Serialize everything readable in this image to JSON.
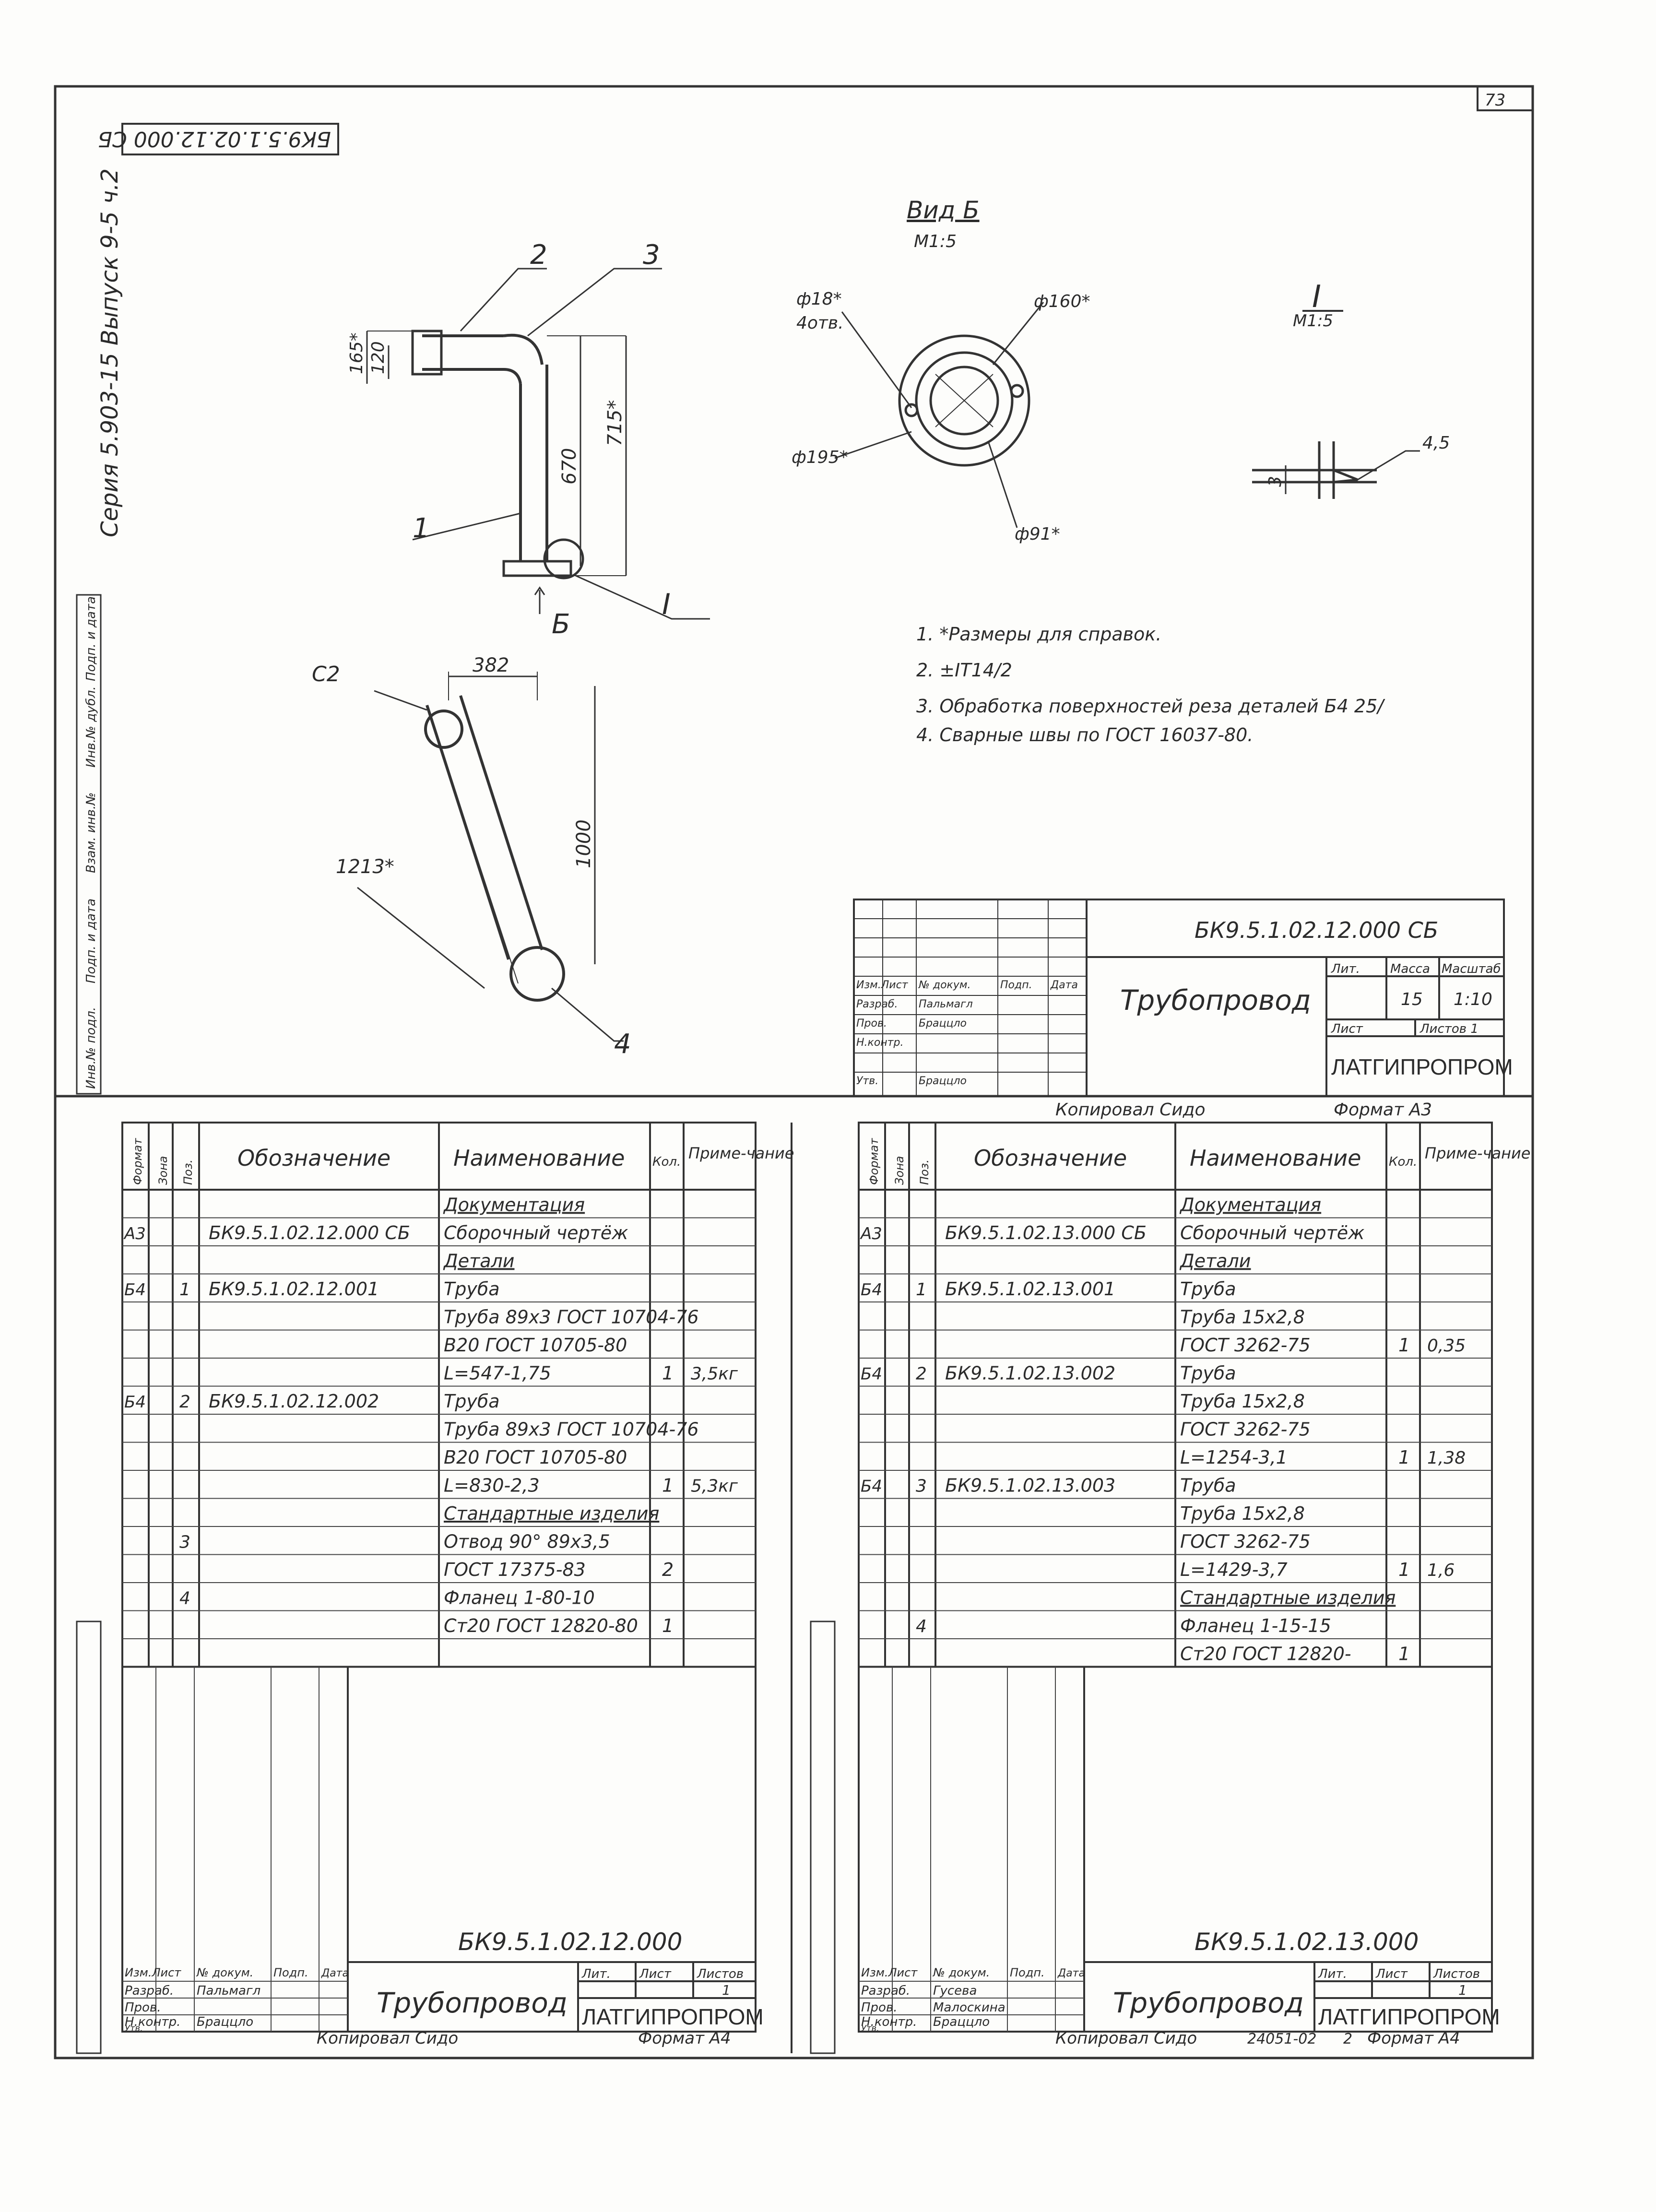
{
  "sheet": {
    "sheet_number": "73",
    "series_side": "Серия 5.903-15   Выпуск 9-5 ч.2",
    "code_inverted": "БК9.5.1.02.12.000 СБ",
    "copied_by_1": "Копировал Сидо",
    "format_a3": "Формат А3",
    "copied_by_2": "Копировал Сидо",
    "format_a4_left": "Формат А4",
    "copied_by_3": "Копировал Сидо",
    "order_no": "24051-02",
    "sheet_2": "2",
    "format_a4_right": "Формат А4"
  },
  "side_stamp": {
    "inv_podl": "Инв.№ подл.",
    "podp_data": "Подп. и дата",
    "vzam_inv": "Взам. инв.№",
    "inv_dubl": "Инв.№ дубл.",
    "podp_data_2": "Подп. и дата"
  },
  "drawing": {
    "view_b": "Вид Б",
    "view_b_scale": "М1:5",
    "view_i": "I",
    "view_i_scale": "М1:5",
    "pos2": "2",
    "pos3": "3",
    "pos1": "1",
    "pos4": "4",
    "dim_165": "165*",
    "dim_120": "120",
    "dim_670": "670",
    "dim_715": "715*",
    "dim_382": "382",
    "dim_1000": "1000",
    "dim_1213": "1213*",
    "d18": "ф18*",
    "holes": "4отв.",
    "d160": "ф160*",
    "d195": "ф195*",
    "d91": "ф91*",
    "weld_45": "4,5",
    "weld_3": "3",
    "weld_c2": "С2",
    "arrow_b": "Б",
    "leader_i": "I"
  },
  "notes": [
    "1. *Размеры для справок.",
    "2. ±IT14/2",
    "3. Обработка поверхностей реза деталей Б4 25/",
    "4. Сварные швы по ГОСТ 16037-80."
  ],
  "title_block_a3": {
    "code": "БК9.5.1.02.12.000 СБ",
    "name": "Трубопровод",
    "lit_label": "Лит.",
    "mass_label": "Масса",
    "scale_label": "Масштаб",
    "mass": "15",
    "scale": "1:10",
    "sheet_label": "Лист",
    "sheets_label": "Листов 1",
    "org": "ЛАТГИПРОПРОМ",
    "roles": [
      {
        "role": "Изм.Лист",
        "name": "№ докум.",
        "sign": "Подп.",
        "date": "Дата"
      },
      {
        "role": "Разраб.",
        "name": "Пальмагл",
        "sign": "",
        "date": ""
      },
      {
        "role": "Пров.",
        "name": "Браццло",
        "sign": "",
        "date": ""
      },
      {
        "role": "Н.контр.",
        "name": "",
        "sign": "",
        "date": ""
      },
      {
        "role": "Утв.",
        "name": "Браццло",
        "sign": "",
        "date": ""
      }
    ]
  },
  "spec_headers": {
    "format": "Формат",
    "zone": "Зона",
    "pos": "Поз.",
    "designation": "Обозначение",
    "name": "Наименование",
    "qty": "Кол.",
    "note": "Приме-чание"
  },
  "spec_left": {
    "rows": [
      {
        "fmt": "",
        "pos": "",
        "des": "",
        "name": "Документация",
        "qty": "",
        "note": "",
        "section": true
      },
      {
        "fmt": "А3",
        "pos": "",
        "des": "БК9.5.1.02.12.000 СБ",
        "name": "Сборочный чертёж",
        "qty": "",
        "note": ""
      },
      {
        "fmt": "",
        "pos": "",
        "des": "",
        "name": "Детали",
        "qty": "",
        "note": "",
        "section": true
      },
      {
        "fmt": "Б4",
        "pos": "1",
        "des": "БК9.5.1.02.12.001",
        "name": "Труба",
        "qty": "",
        "note": ""
      },
      {
        "fmt": "",
        "pos": "",
        "des": "",
        "name": "Труба 89х3 ГОСТ 10704-76",
        "qty": "",
        "note": ""
      },
      {
        "fmt": "",
        "pos": "",
        "des": "",
        "name": "В20 ГОСТ 10705-80",
        "qty": "",
        "note": ""
      },
      {
        "fmt": "",
        "pos": "",
        "des": "",
        "name": "L=547-1,75",
        "qty": "1",
        "note": "3,5кг"
      },
      {
        "fmt": "Б4",
        "pos": "2",
        "des": "БК9.5.1.02.12.002",
        "name": "Труба",
        "qty": "",
        "note": ""
      },
      {
        "fmt": "",
        "pos": "",
        "des": "",
        "name": "Труба 89х3 ГОСТ 10704-76",
        "qty": "",
        "note": ""
      },
      {
        "fmt": "",
        "pos": "",
        "des": "",
        "name": "В20 ГОСТ 10705-80",
        "qty": "",
        "note": ""
      },
      {
        "fmt": "",
        "pos": "",
        "des": "",
        "name": "L=830-2,3",
        "qty": "1",
        "note": "5,3кг"
      },
      {
        "fmt": "",
        "pos": "",
        "des": "",
        "name": "Стандартные изделия",
        "qty": "",
        "note": "",
        "section": true
      },
      {
        "fmt": "",
        "pos": "3",
        "des": "",
        "name": "Отвод 90° 89х3,5",
        "qty": "",
        "note": ""
      },
      {
        "fmt": "",
        "pos": "",
        "des": "",
        "name": "ГОСТ 17375-83",
        "qty": "2",
        "note": ""
      },
      {
        "fmt": "",
        "pos": "4",
        "des": "",
        "name": "Фланец 1-80-10",
        "qty": "",
        "note": ""
      },
      {
        "fmt": "",
        "pos": "",
        "des": "",
        "name": "Ст20 ГОСТ 12820-80",
        "qty": "1",
        "note": ""
      }
    ],
    "title": {
      "code": "БК9.5.1.02.12.000",
      "name": "Трубопровод",
      "lit": "Лит.",
      "sheet": "Лист",
      "sheets": "Листов",
      "sheets_value": "1",
      "org": "ЛАТГИПРОПРОМ",
      "r1": "Изм.Лист",
      "r1b": "№ докум.",
      "r1c": "Подп.",
      "r1d": "Дата",
      "r2": "Разраб.",
      "r2b": "Пальмагл",
      "r3": "Пров.",
      "r4": "Н.контр.",
      "r4b": "Браццло",
      "r5": "Утв."
    }
  },
  "spec_right": {
    "rows": [
      {
        "fmt": "",
        "pos": "",
        "des": "",
        "name": "Документация",
        "qty": "",
        "note": "",
        "section": true
      },
      {
        "fmt": "А3",
        "pos": "",
        "des": "БК9.5.1.02.13.000 СБ",
        "name": "Сборочный чертёж",
        "qty": "",
        "note": ""
      },
      {
        "fmt": "",
        "pos": "",
        "des": "",
        "name": "Детали",
        "qty": "",
        "note": "",
        "section": true
      },
      {
        "fmt": "Б4",
        "pos": "1",
        "des": "БК9.5.1.02.13.001",
        "name": "Труба",
        "qty": "",
        "note": ""
      },
      {
        "fmt": "",
        "pos": "",
        "des": "",
        "name": "Труба 15х2,8",
        "qty": "",
        "note": ""
      },
      {
        "fmt": "",
        "pos": "",
        "des": "",
        "name": "ГОСТ 3262-75",
        "qty": "1",
        "note": "0,35"
      },
      {
        "fmt": "Б4",
        "pos": "2",
        "des": "БК9.5.1.02.13.002",
        "name": "Труба",
        "qty": "",
        "note": ""
      },
      {
        "fmt": "",
        "pos": "",
        "des": "",
        "name": "Труба 15х2,8",
        "qty": "",
        "note": ""
      },
      {
        "fmt": "",
        "pos": "",
        "des": "",
        "name": "ГОСТ 3262-75",
        "qty": "",
        "note": ""
      },
      {
        "fmt": "",
        "pos": "",
        "des": "",
        "name": "L=1254-3,1",
        "qty": "1",
        "note": "1,38"
      },
      {
        "fmt": "Б4",
        "pos": "3",
        "des": "БК9.5.1.02.13.003",
        "name": "Труба",
        "qty": "",
        "note": ""
      },
      {
        "fmt": "",
        "pos": "",
        "des": "",
        "name": "Труба 15х2,8",
        "qty": "",
        "note": ""
      },
      {
        "fmt": "",
        "pos": "",
        "des": "",
        "name": "ГОСТ 3262-75",
        "qty": "",
        "note": ""
      },
      {
        "fmt": "",
        "pos": "",
        "des": "",
        "name": "L=1429-3,7",
        "qty": "1",
        "note": "1,6"
      },
      {
        "fmt": "",
        "pos": "",
        "des": "",
        "name": "Стандартные изделия",
        "qty": "",
        "note": "",
        "section": true
      },
      {
        "fmt": "",
        "pos": "4",
        "des": "",
        "name": "Фланец 1-15-15",
        "qty": "",
        "note": ""
      },
      {
        "fmt": "",
        "pos": "",
        "des": "",
        "name": "Ст20 ГОСТ 12820-",
        "qty": "1",
        "note": ""
      }
    ],
    "title": {
      "code": "БК9.5.1.02.13.000",
      "name": "Трубопровод",
      "lit": "Лит.",
      "sheet": "Лист",
      "sheets": "Листов",
      "sheets_value": "1",
      "org": "ЛАТГИПРОПРОМ",
      "r1": "Изм.Лист",
      "r1b": "№ докум.",
      "r1c": "Подп.",
      "r1d": "Дата",
      "r2": "Разраб.",
      "r2b": "Гусева",
      "r3": "Пров.",
      "r3b": "Малоскина",
      "r4": "Н.контр.",
      "r4b": "Браццло",
      "r5": "Утв."
    }
  }
}
